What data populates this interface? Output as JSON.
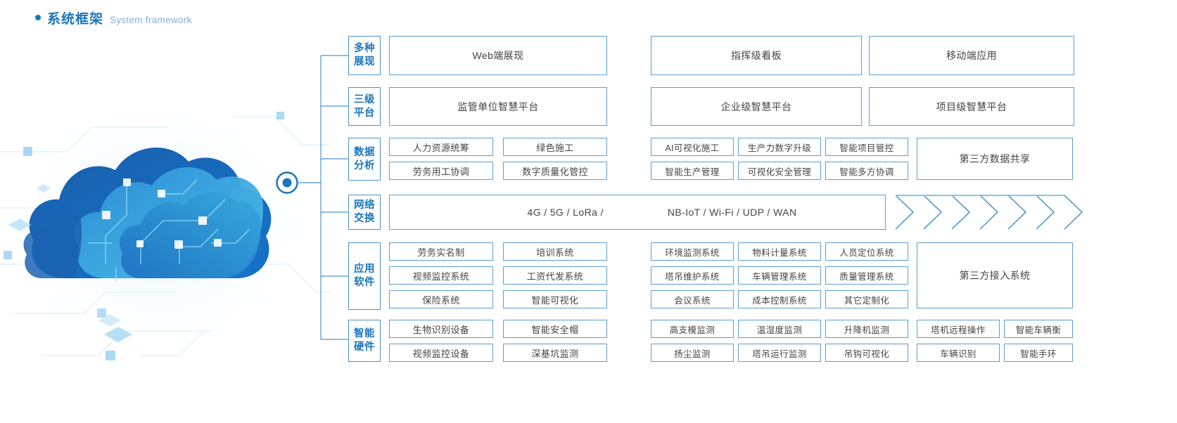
{
  "header": {
    "bullet_icon": "dot-icon",
    "title_cn": "系统框架",
    "title_en": "System framework",
    "accent": "#1b76bc"
  },
  "artwork": {
    "name": "cloud-network-illustration",
    "node_icon": "network-node-icon"
  },
  "colors": {
    "box_border": "#5b9dd6",
    "label_border": "#4a93d1",
    "label_text": "#1b76bc",
    "box_text": "#444444",
    "connector": "#4a93d1",
    "chevron": "#3b8ccd"
  },
  "rows": [
    {
      "id": "presentation",
      "label": "多种\n展现",
      "label_lines": [
        "多种",
        "展现"
      ],
      "cells": [
        "Web端展现",
        "指挥级看板",
        "移动端应用"
      ]
    },
    {
      "id": "platform",
      "label_lines": [
        "三级",
        "平台"
      ],
      "cells": [
        "监管单位智慧平台",
        "企业级智慧平台",
        "项目级智慧平台"
      ]
    },
    {
      "id": "data-analysis",
      "label_lines": [
        "数据",
        "分析"
      ],
      "left_grid": [
        [
          "人力资源统筹",
          "绿色施工"
        ],
        [
          "劳务用工协调",
          "数字质量化管控"
        ]
      ],
      "mid_grid": [
        [
          "AI可视化施工",
          "生产力数字升级",
          "智能项目管控"
        ],
        [
          "智能生产管理",
          "可视化安全管理",
          "智能多方协调"
        ]
      ],
      "right_cell": "第三方数据共享"
    },
    {
      "id": "network-exchange",
      "label_lines": [
        "网络",
        "交换"
      ],
      "text_left": "4G / 5G / LoRa /",
      "text_right": "NB-IoT / Wi-Fi / UDP / WAN",
      "chevron_count": 7
    },
    {
      "id": "application-software",
      "label_lines": [
        "应用",
        "软件"
      ],
      "left_grid": [
        [
          "劳务实名制",
          "培训系统"
        ],
        [
          "视频监控系统",
          "工资代发系统"
        ],
        [
          "保险系统",
          "智能可视化"
        ]
      ],
      "mid_grid": [
        [
          "环境监测系统",
          "物料计量系统",
          "人员定位系统"
        ],
        [
          "塔吊维护系统",
          "车辆管理系统",
          "质量管理系统"
        ],
        [
          "会议系统",
          "成本控制系统",
          "其它定制化"
        ]
      ],
      "right_cell": "第三方接入系统"
    },
    {
      "id": "smart-hardware",
      "label_lines": [
        "智能",
        "硬件"
      ],
      "left_grid": [
        [
          "生物识别设备",
          "智能安全帽"
        ],
        [
          "视频监控设备",
          "深基坑监测"
        ]
      ],
      "mid_grid": [
        [
          "高支模监测",
          "温湿度监测",
          "升降机监测"
        ],
        [
          "扬尘监测",
          "塔吊运行监测",
          "吊钩可视化"
        ]
      ],
      "right_grid": [
        [
          "塔机远程操作",
          "智能车辆衡"
        ],
        [
          "车辆识别",
          "智能手环"
        ]
      ]
    }
  ]
}
